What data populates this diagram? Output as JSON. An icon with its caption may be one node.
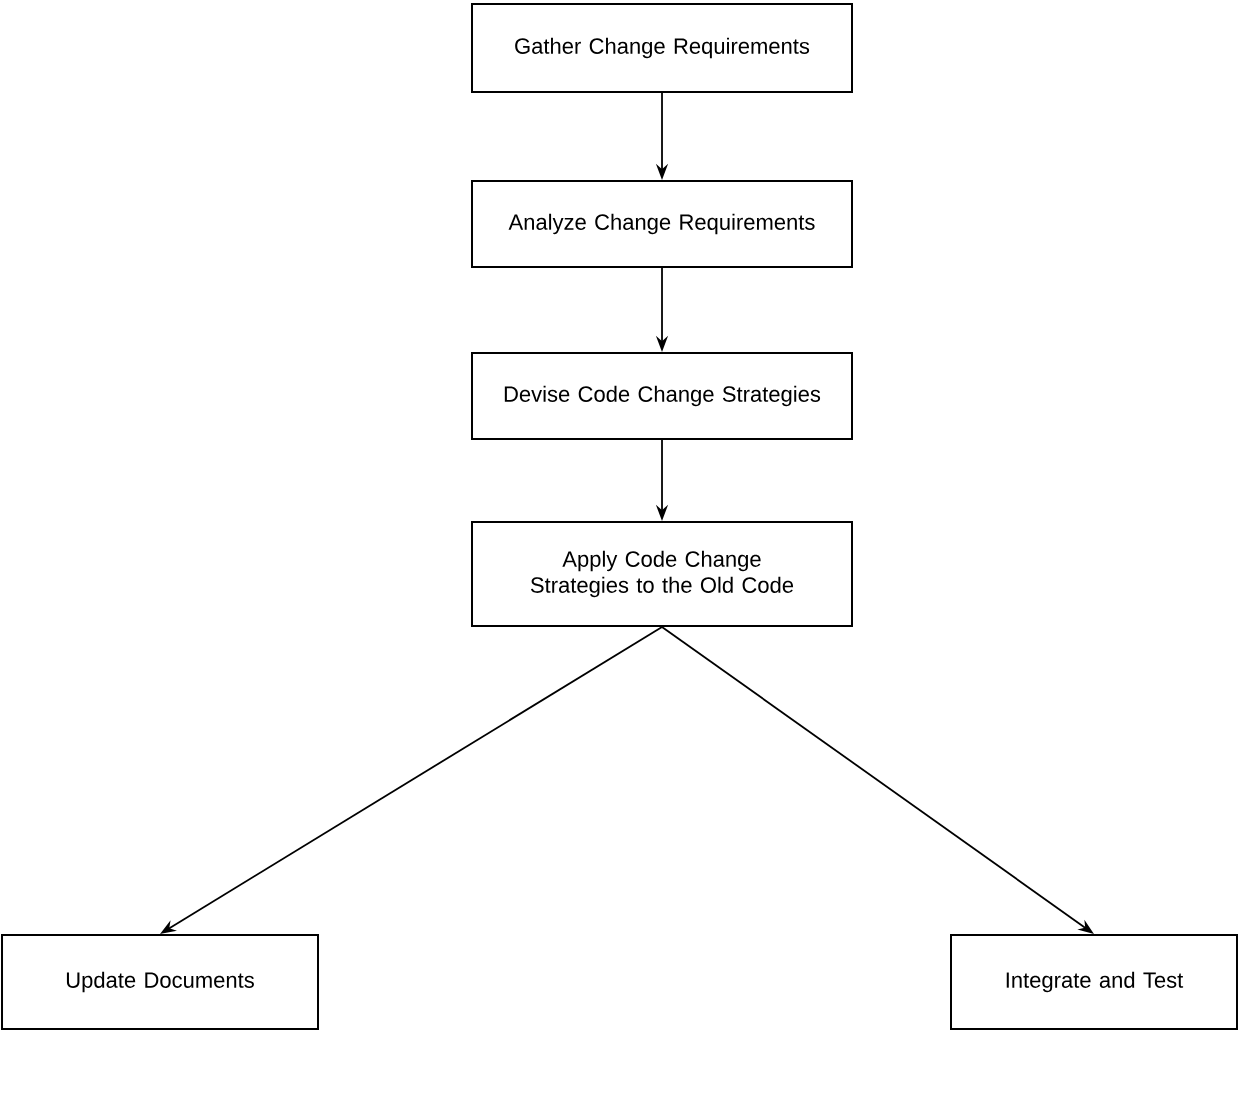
{
  "diagram": {
    "nodes": [
      {
        "text": [
          "Gather Change Requirements"
        ]
      },
      {
        "text": [
          "Analyze Change Requirements"
        ]
      },
      {
        "text": [
          "Devise Code Change Strategies"
        ]
      },
      {
        "text": [
          "Apply Code Change Strategies to the Old Code"
        ]
      },
      {
        "text": [
          "Update Documents"
        ]
      },
      {
        "text": [
          "Integrate and Test"
        ]
      }
    ],
    "edges": [
      {
        "from": 0,
        "to": 1,
        "arrow": "to"
      },
      {
        "from": 1,
        "to": 2,
        "arrow": "to"
      },
      {
        "from": 2,
        "to": 3,
        "arrow": "to"
      },
      {
        "from": 3,
        "to": 4,
        "arrow": "to"
      },
      {
        "from": 3,
        "to": 5,
        "arrow": "to"
      }
    ]
  }
}
